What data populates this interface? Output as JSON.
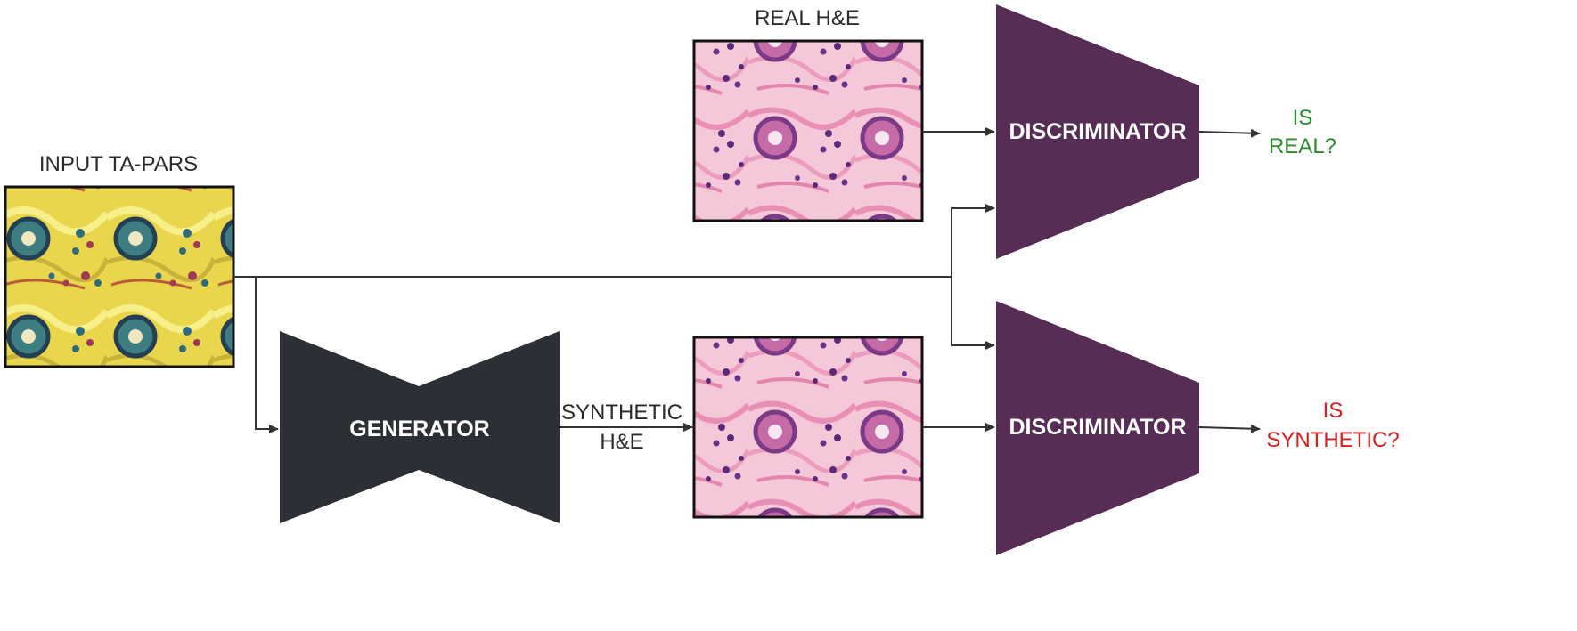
{
  "labels": {
    "input": "INPUT TA-PARS",
    "real_he": "REAL H&E",
    "synthetic_line1": "SYNTHETIC",
    "synthetic_line2": "H&E",
    "generator": "GENERATOR",
    "discriminator_top": "DISCRIMINATOR",
    "discriminator_bottom": "DISCRIMINATOR",
    "out_real_line1": "IS",
    "out_real_line2": "REAL?",
    "out_syn_line1": "IS",
    "out_syn_line2": "SYNTHETIC?"
  },
  "colors": {
    "generator": "#2d2f36",
    "discriminator": "#572c55",
    "real_output": "#2e8b2e",
    "synthetic_output": "#d42020",
    "he_background": "#f3c6d8",
    "he_nuclei": "#5a2a78",
    "tapars_background": "#e8d85a",
    "tapars_nuclei": "#2f6b7a"
  }
}
